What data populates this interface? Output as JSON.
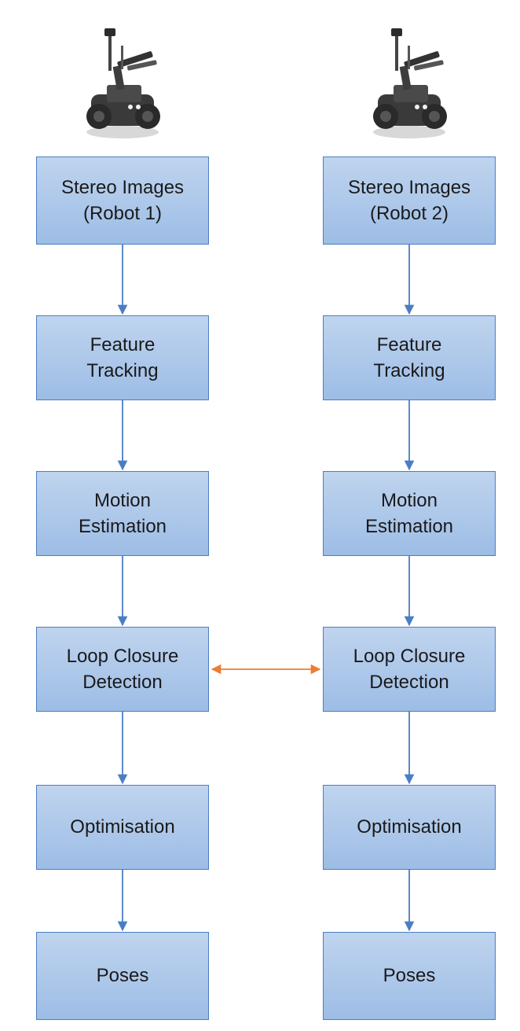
{
  "columns": [
    {
      "id": "robot-1",
      "steps": [
        "Stereo Images\n(Robot 1)",
        "Feature\nTracking",
        "Motion\nEstimation",
        "Loop Closure\nDetection",
        "Optimisation",
        "Poses"
      ]
    },
    {
      "id": "robot-2",
      "steps": [
        "Stereo Images\n(Robot 2)",
        "Feature\nTracking",
        "Motion\nEstimation",
        "Loop Closure\nDetection",
        "Optimisation",
        "Poses"
      ]
    }
  ],
  "link": {
    "from_step": 3,
    "to_step": 3,
    "direction": "bidirectional"
  },
  "colors": {
    "box_fill_top": "#bfd4ee",
    "box_fill_bottom": "#9dbde6",
    "box_border": "#4a7ec4",
    "arrow": "#4a7ec4",
    "link_arrow": "#ed7d31",
    "text": "#1a1a1a"
  },
  "icons": {
    "robot": "robot-icon"
  }
}
